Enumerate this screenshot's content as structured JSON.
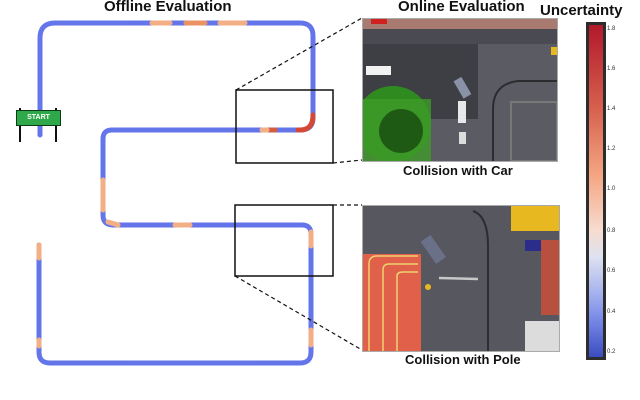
{
  "titles": {
    "offline": "Offline Evaluation",
    "online": "Online Evaluation",
    "colorbar": "Uncertainty"
  },
  "start_sign": {
    "label": "START",
    "color": "#2fa84a"
  },
  "captions": {
    "car": "Collision with Car",
    "pole": "Collision with Pole"
  },
  "colorbar": {
    "min": 0.2,
    "max": 1.8,
    "ticks": [
      "1.8",
      "1.6",
      "1.4",
      "1.2",
      "1.0",
      "0.8",
      "0.6",
      "0.4",
      "0.2"
    ],
    "low_color": "#3b4cc0",
    "mid_color": "#dddddd",
    "high_color": "#b2182b"
  },
  "zoom_regions": [
    {
      "name": "car-collision-region",
      "target": "Collision with Car"
    },
    {
      "name": "pole-collision-region",
      "target": "Collision with Pole"
    }
  ],
  "colors": {
    "path_low": "#3f52e0",
    "path_mid": "#f0a070",
    "path_high": "#cc2a10"
  }
}
